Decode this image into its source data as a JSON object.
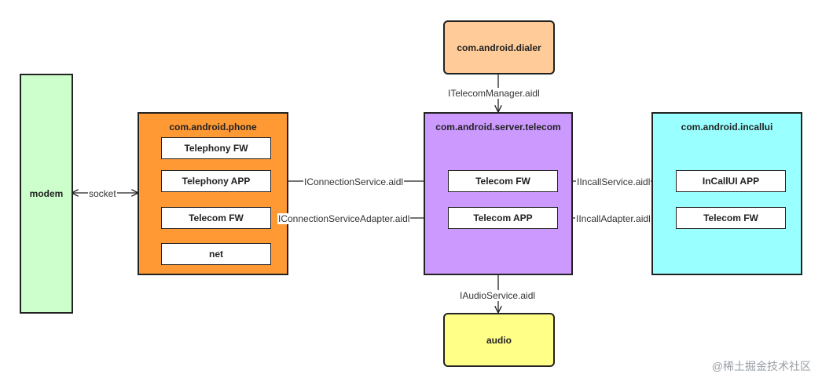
{
  "nodes": {
    "modem": "modem",
    "phone": {
      "title": "com.android.phone",
      "items": [
        "Telephony FW",
        "Telephony APP",
        "Telecom FW",
        "net"
      ]
    },
    "telecom": {
      "title": "com.android.server.telecom",
      "items": [
        "Telecom FW",
        "Telecom APP"
      ]
    },
    "incallui": {
      "title": "com.android.incallui",
      "items": [
        "InCallUI APP",
        "Telecom FW"
      ]
    },
    "dialer": "com.android.dialer",
    "audio": "audio"
  },
  "edges": {
    "socket": "socket",
    "itelecom_manager": "ITelecomManager.aidl",
    "iconnection_service": "IConnectionService.aidl",
    "iconnection_service_adapter": "IConnectionServiceAdapter.aidl",
    "iincall_service": "IIncallService.aidl",
    "iincall_adapter": "IIncallAdapter.aidl",
    "iaudio_service": "IAudioService.aidl"
  },
  "watermark": "@稀土掘金技术社区",
  "colors": {
    "modem": "#ccffcc",
    "phone": "#ff9933",
    "telecom": "#cc99ff",
    "incallui": "#99ffff",
    "dialer": "#ffcc99",
    "audio": "#ffff88"
  }
}
